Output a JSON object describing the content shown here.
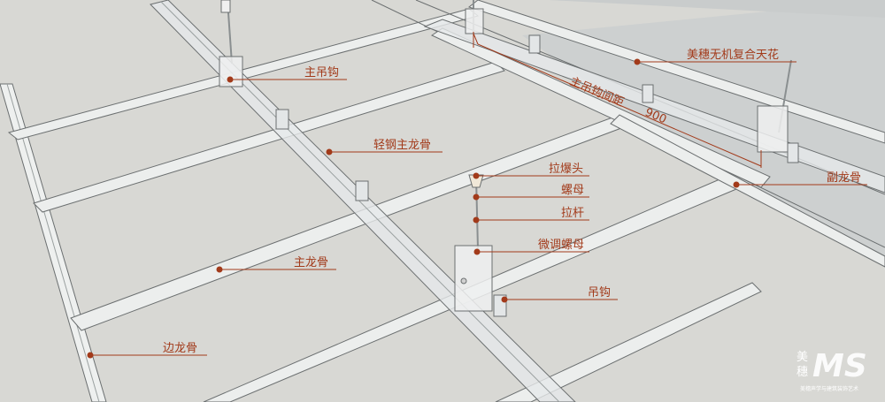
{
  "labels": {
    "main_hanger_hook": "主吊钩",
    "light_steel_main_keel": "轻钢主龙骨",
    "expansion_bolt": "拉爆头",
    "nut": "螺母",
    "rod": "拉杆",
    "adjust_nut": "微调螺母",
    "main_keel": "主龙骨",
    "hanger": "吊钩",
    "edge_keel": "边龙骨",
    "ceiling_product": "美穗无机复合天花",
    "sub_keel": "副龙骨",
    "hook_spacing": "主吊钩间距",
    "hook_spacing_value": "900"
  },
  "logo": {
    "brand_top": "美",
    "brand_bottom": "穗",
    "mark": "MS",
    "tagline": "美穗声学与建筑装饰艺术"
  },
  "colors": {
    "accent": "#a23a1a",
    "panel": "#d8d8d4",
    "keel": "#e9ebea",
    "edge": "#6b6f70"
  }
}
